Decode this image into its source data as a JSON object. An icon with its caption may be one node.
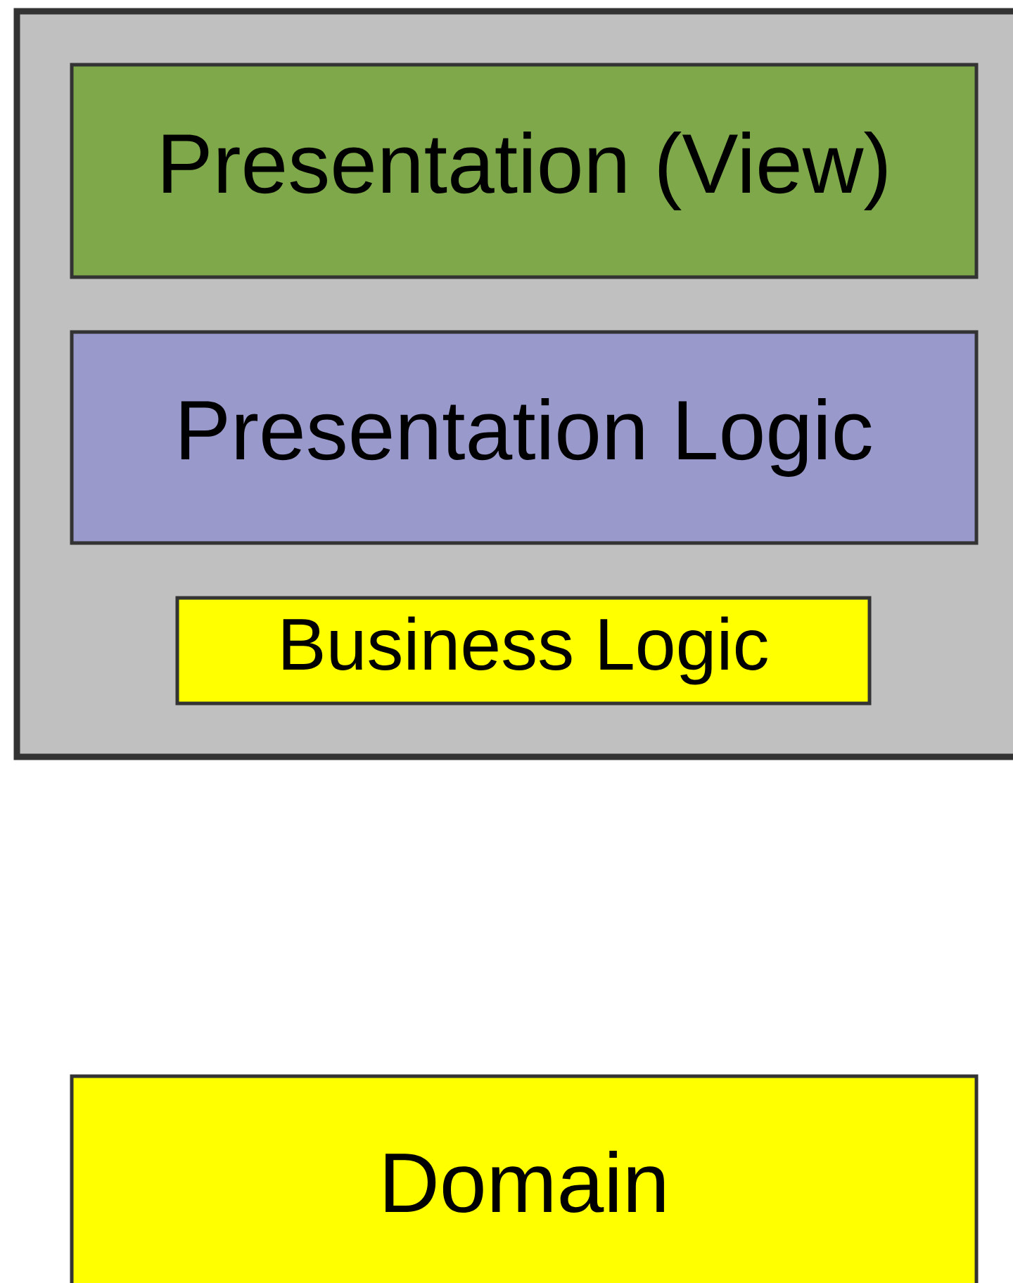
{
  "diagram": {
    "nodes": [
      {
        "text": [],
        "shape": "box"
      },
      {
        "text": [
          "Presentation (View)"
        ],
        "in": 0
      },
      {
        "text": [
          "Presentation Logic"
        ],
        "in": 0
      },
      {
        "text": [
          "Business Logic"
        ],
        "in": 0
      },
      {
        "text": [
          "Domain"
        ]
      }
    ]
  }
}
